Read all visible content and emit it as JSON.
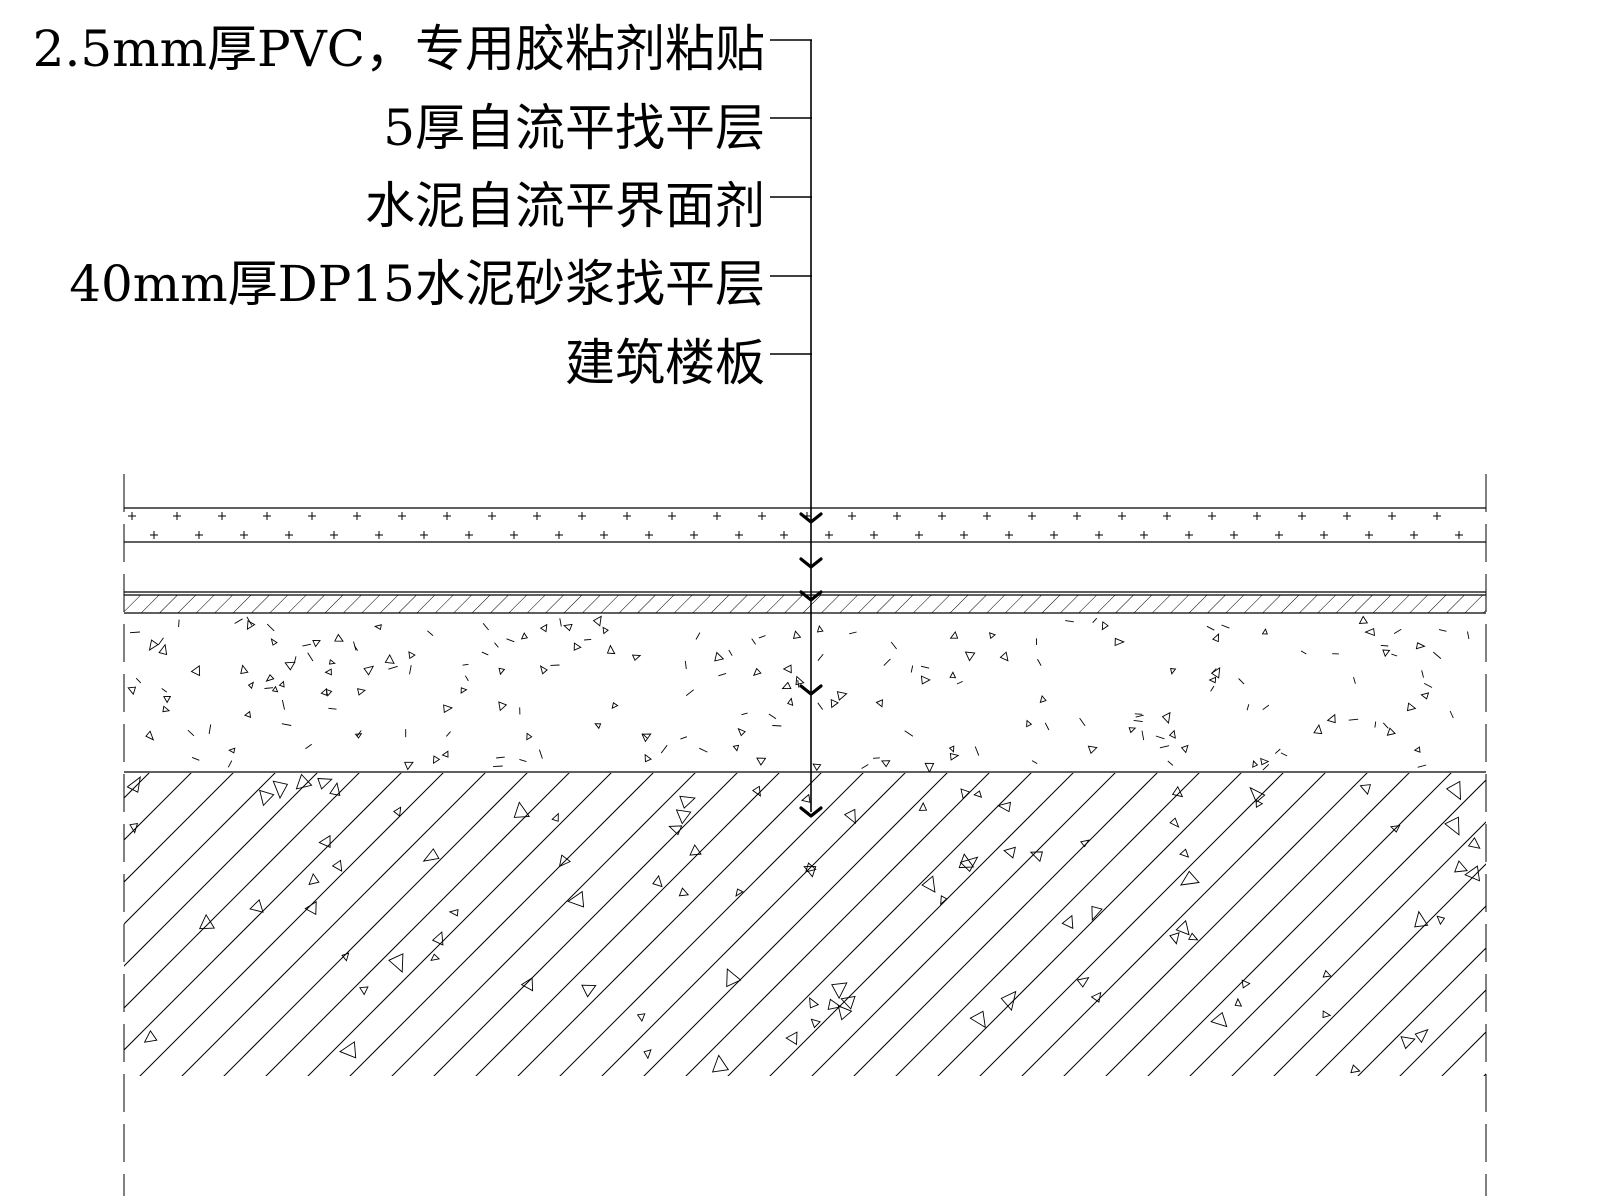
{
  "callouts": [
    {
      "text": "2.5mm厚PVC，专用胶粘剂粘贴",
      "layer": "pvc"
    },
    {
      "text": "5厚自流平找平层",
      "layer": "self-leveling"
    },
    {
      "text": "水泥自流平界面剂",
      "layer": "interface-agent"
    },
    {
      "text": "40mm厚DP15水泥砂浆找平层",
      "layer": "mortar-screed"
    },
    {
      "text": "建筑楼板",
      "layer": "floor-slab"
    }
  ]
}
